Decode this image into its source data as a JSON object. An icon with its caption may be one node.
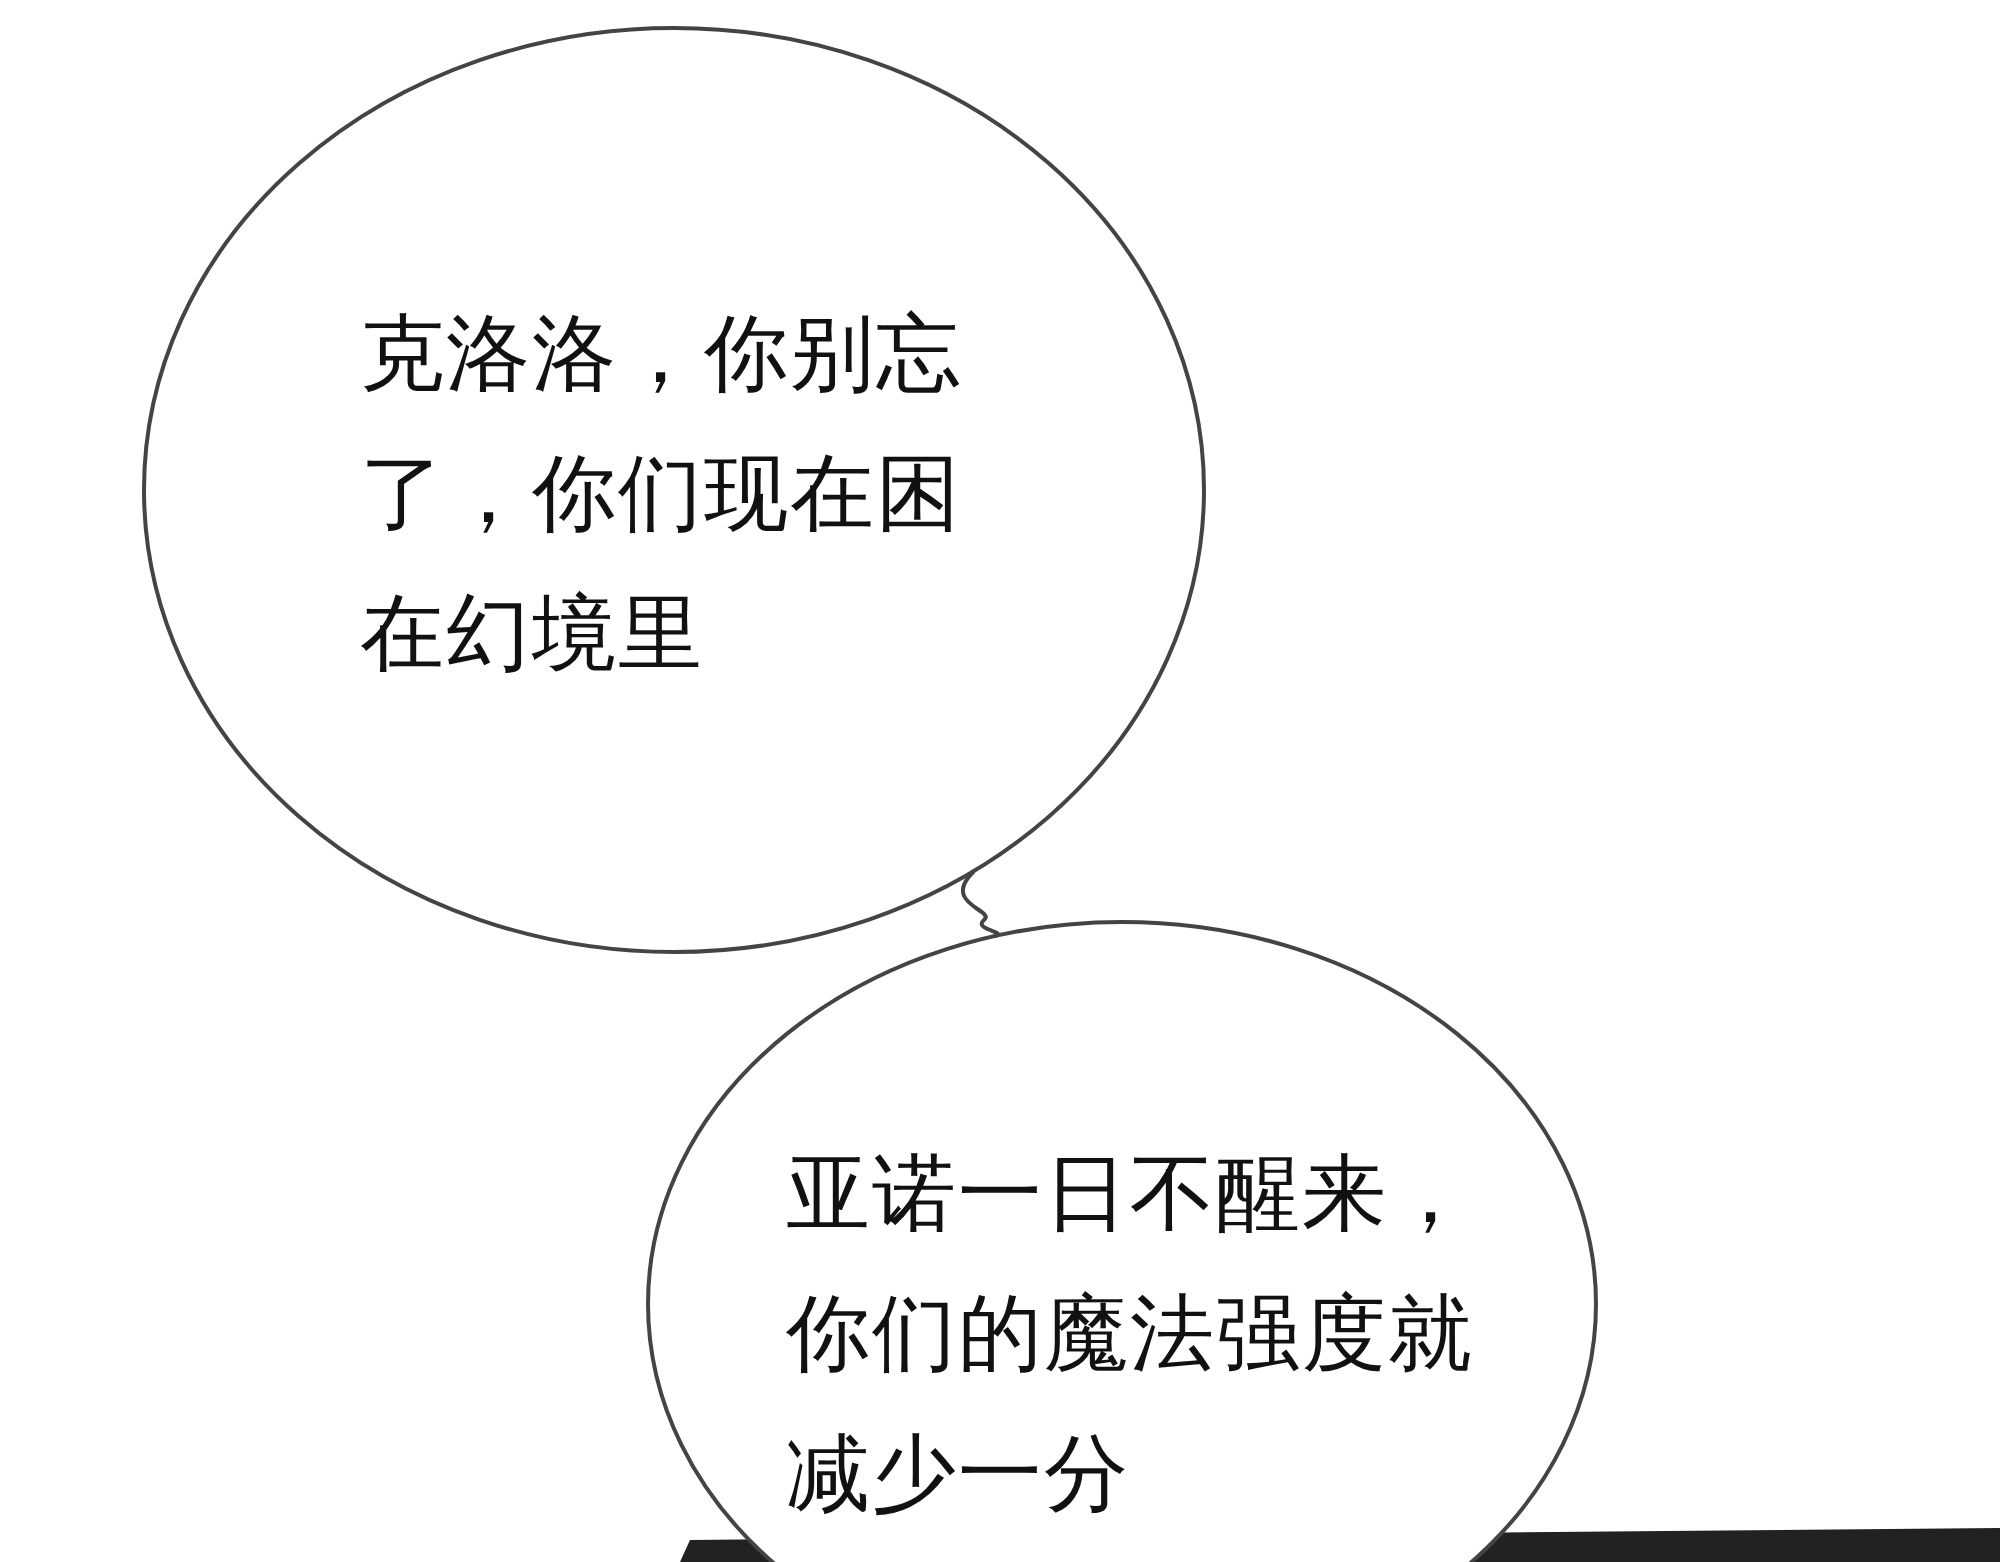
{
  "diagram": {
    "nodes": [
      {
        "text": [
          "克洛洛，你别忘了，你们现在困在幻境里"
        ]
      },
      {
        "text": [
          "亚诺一日不醒来，你们的魔法强度就减少一分"
        ]
      }
    ],
    "edges": [
      {
        "from": 0,
        "to": 1,
        "arrow": "none"
      }
    ]
  }
}
